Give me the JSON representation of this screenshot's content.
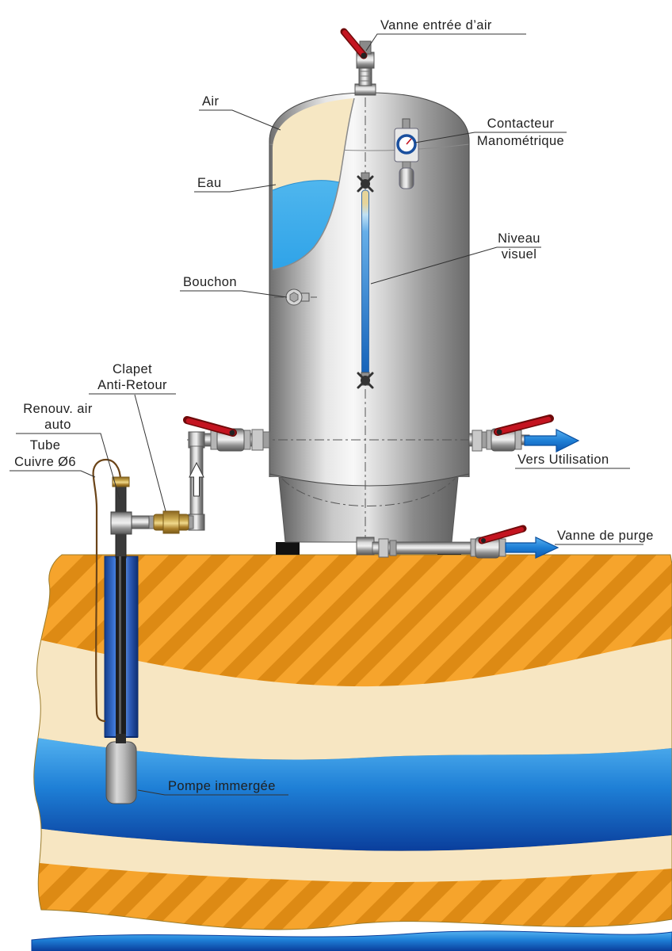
{
  "diagram": {
    "type": "technical-schematic",
    "subject": "pressure-tank-with-submersible-pump-installation",
    "labels": {
      "vanne_entree_air": "Vanne entrée d’air",
      "air": "Air",
      "eau": "Eau",
      "contacteur_1": "Contacteur",
      "contacteur_2": "Manométrique",
      "niveau_1": "Niveau",
      "niveau_2": "visuel",
      "bouchon": "Bouchon",
      "clapet_1": "Clapet",
      "clapet_2": "Anti-Retour",
      "renouv_1": "Renouv. air",
      "renouv_2": "auto",
      "tube_1": "Tube",
      "tube_2": "Cuivre Ø6",
      "vers_utilisation": "Vers Utilisation",
      "vanne_purge": "Vanne de purge",
      "pompe_immergee": "Pompe immergée"
    }
  },
  "colors": {
    "soil_orange": "#F6A42C",
    "soil_hatch": "#DD8A14",
    "sand_cream": "#F7E6C2",
    "aquifer_top": "#54B2F0",
    "aquifer_mid": "#1E7FD6",
    "aquifer_deep": "#0A3E9C",
    "tank_air": "#F6E7C3",
    "tank_water": "#2FA3E8",
    "valve_red": "#C41420",
    "valve_red_dark": "#6E0A0A",
    "brass": "#C9A84E",
    "copper": "#6B4418",
    "arrow_blue": "#1E7FD6",
    "arrow_blue_dark": "#0B4F9E",
    "dial_blue": "#1A4F9E",
    "ink": "#1F1F1F"
  }
}
